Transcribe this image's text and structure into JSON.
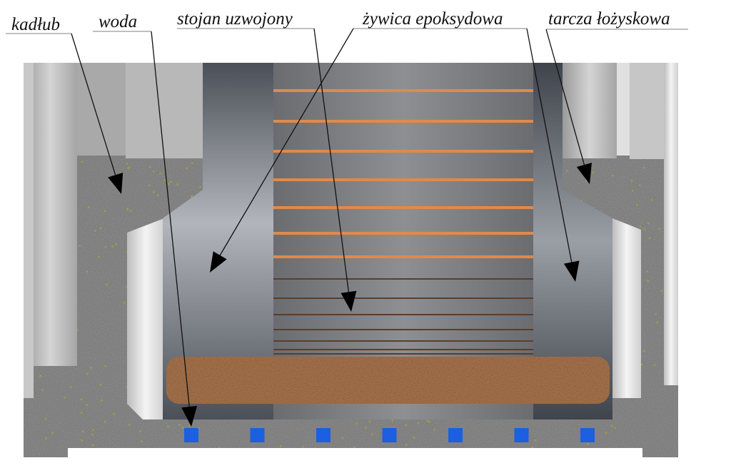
{
  "labels": {
    "hull": "kadłub",
    "water": "woda",
    "stator": "stojan uzwojony",
    "epoxy": "żywica epoksydowa",
    "bearing_shield": "tarcza łożyskowa"
  },
  "colors": {
    "concrete": "#8a8a8a",
    "speck": "#a9a13a",
    "steel_dark": "#4c5159",
    "steel_light": "#a9adb4",
    "core": "#7d7e82",
    "copper": "#e08a4c",
    "rotor_fill": "#a0704a",
    "water_block": "#1c5fe0",
    "arrow": "#000000"
  },
  "water_blocks": 7
}
